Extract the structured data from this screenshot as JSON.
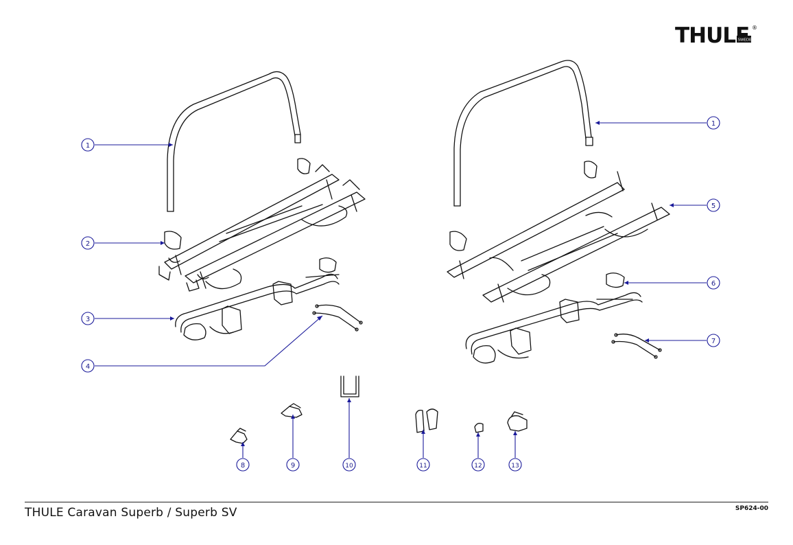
{
  "brand": {
    "logo_text": "THULE",
    "logo_subtext": "SWEDEN",
    "registered": "®"
  },
  "footer": {
    "title": "THULE Caravan Superb / Superb SV",
    "code": "SP624-00"
  },
  "callouts": {
    "c1a": "1",
    "c1b": "1",
    "c2": "2",
    "c3": "3",
    "c4": "4",
    "c5": "5",
    "c6": "6",
    "c7": "7",
    "c8": "8",
    "c9": "9",
    "c10": "10",
    "c11": "11",
    "c12": "12",
    "c13": "13"
  },
  "colors": {
    "callout": "#1a1a9a",
    "line": "#111111"
  }
}
